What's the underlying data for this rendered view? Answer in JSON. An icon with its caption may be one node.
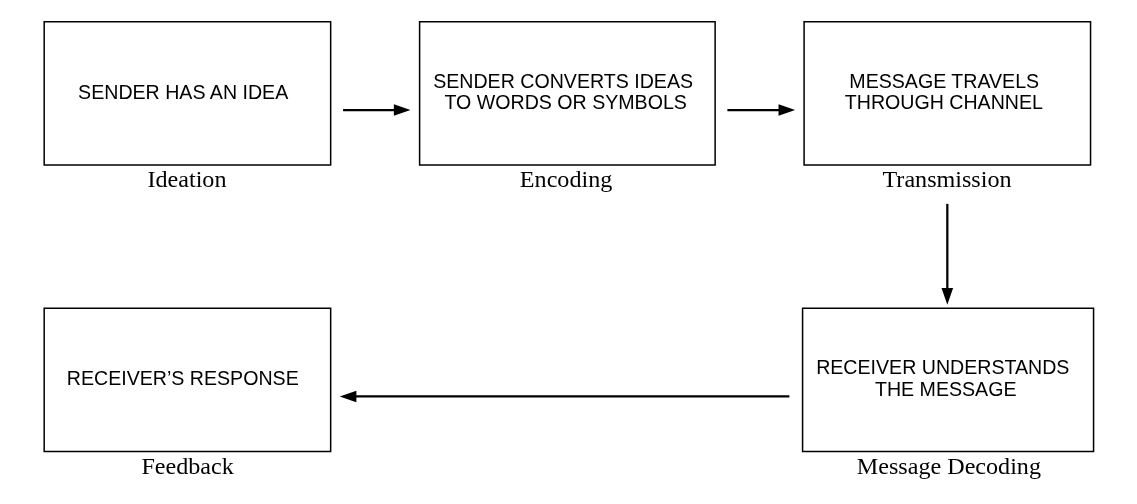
{
  "diagram": {
    "nodes": [
      {
        "text": [
          "SENDER HAS AN IDEA"
        ],
        "beside": [
          "Ideation"
        ]
      },
      {
        "text": [
          "SENDER CONVERTS IDEAS TO WORDS OR SYMBOLS"
        ],
        "beside": [
          "Encoding"
        ]
      },
      {
        "text": [
          "MESSAGE TRAVELS THROUGH CHANNEL"
        ],
        "beside": [
          "Transmission"
        ]
      },
      {
        "text": [
          "RECEIVER’S RESPONSE"
        ],
        "beside": [
          "Feedback"
        ]
      },
      {
        "text": [
          "RECEIVER UNDERSTANDS THE MESSAGE"
        ],
        "beside": [
          "Message Decoding"
        ]
      }
    ],
    "edges": [
      {
        "from": 0,
        "to": 1,
        "arrow": "to"
      },
      {
        "from": 1,
        "to": 2,
        "arrow": "to"
      },
      {
        "from": 2,
        "to": 4,
        "arrow": "to"
      },
      {
        "from": 4,
        "to": 3,
        "arrow": "to"
      }
    ]
  }
}
